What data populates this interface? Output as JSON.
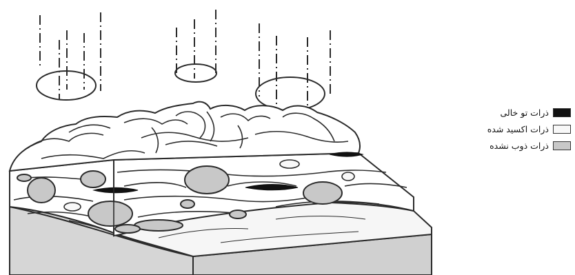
{
  "legend": {
    "items": [
      {
        "label": "ذرات تو خالی",
        "color": "#111111"
      },
      {
        "label": "ذرات اکسید شده",
        "color": "#f8f8f8"
      },
      {
        "label": "ذرات ذوب نشده",
        "color": "#c8c8c8"
      }
    ]
  },
  "colors": {
    "ink": "#2a2a2a",
    "block_fill": "#ffffff",
    "side_fill": "#d3d3d3",
    "unmelted_fill": "#c8c8c8",
    "hollow_fill": "#111111"
  }
}
